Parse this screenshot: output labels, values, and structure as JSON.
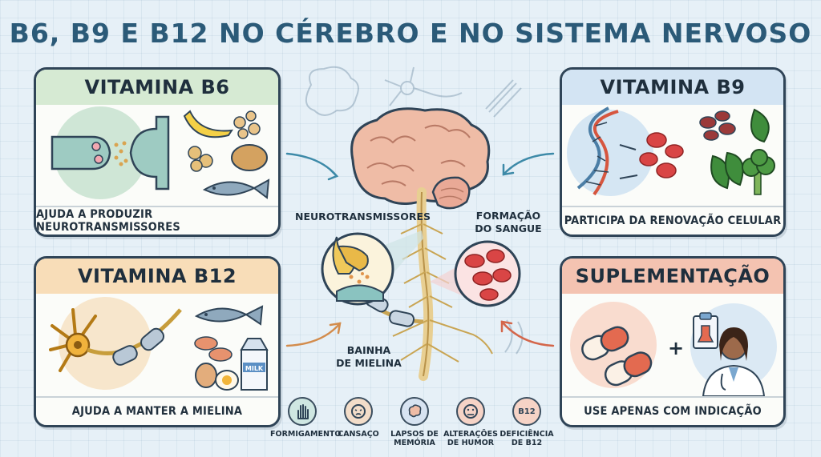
{
  "title": "B6, B9 E B12 NO CÉREBRO E NO SISTEMA NERVOSO",
  "panels": {
    "b6": {
      "title": "VITAMINA B6",
      "caption": "AJUDA A PRODUZIR NEUROTRANSMISSORES"
    },
    "b9": {
      "title": "VITAMINA B9",
      "caption": "PARTICIPA DA RENOVAÇÃO CELULAR"
    },
    "b12": {
      "title": "VITAMINA B12",
      "caption": "AJUDA A MANTER A MIELINA",
      "milk_label": "MILK"
    },
    "supl": {
      "title": "SUPLEMENTAÇÃO",
      "caption": "USE APENAS COM INDICAÇÃO",
      "plus": "+"
    }
  },
  "callouts": {
    "neuro": "NEUROTRANSMISSORES",
    "sangue_1": "FORMAÇÃO",
    "sangue_2": "DO SANGUE",
    "bainha_1": "BAINHA",
    "bainha_2": "DE MIELINA"
  },
  "symptoms": [
    {
      "label_1": "FORMIGAMENTO",
      "label_2": "",
      "icon": "hand-icon"
    },
    {
      "label_1": "CANSAÇO",
      "label_2": "",
      "icon": "tired-face-icon"
    },
    {
      "label_1": "LAPSOS DE",
      "label_2": "MEMÓRIA",
      "icon": "brain-memory-icon"
    },
    {
      "label_1": "ALTERAÇÕES",
      "label_2": "DE HUMOR",
      "icon": "mood-face-icon"
    },
    {
      "label_1": "DEFICIÊNCIA",
      "label_2": "DE B12",
      "icon": "b12-badge-icon",
      "badge": "B12"
    }
  ],
  "colors": {
    "b6_header": "#d6ead3",
    "b9_header": "#d3e4f3",
    "b12_header": "#f8ddb8",
    "supl_header": "#f4c3b1",
    "title": "#2b5a78"
  }
}
